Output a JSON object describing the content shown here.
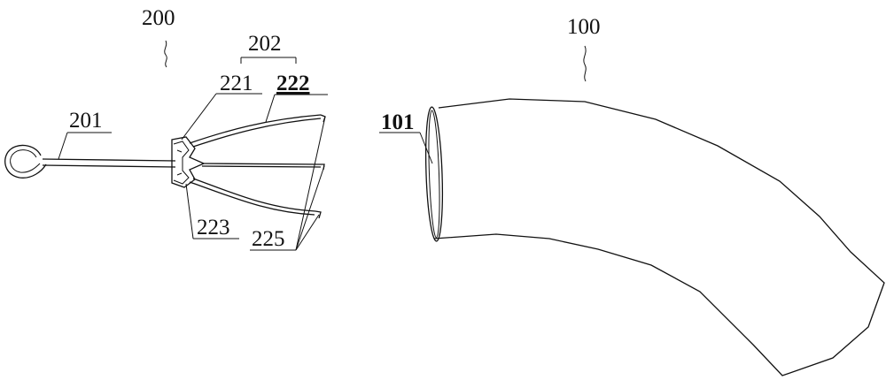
{
  "labels": {
    "device": "200",
    "rod": "201",
    "assembly": "202",
    "part_221": "221",
    "part_222": "222",
    "part_223": "223",
    "part_225": "225",
    "tube": "100",
    "opening": "101"
  }
}
